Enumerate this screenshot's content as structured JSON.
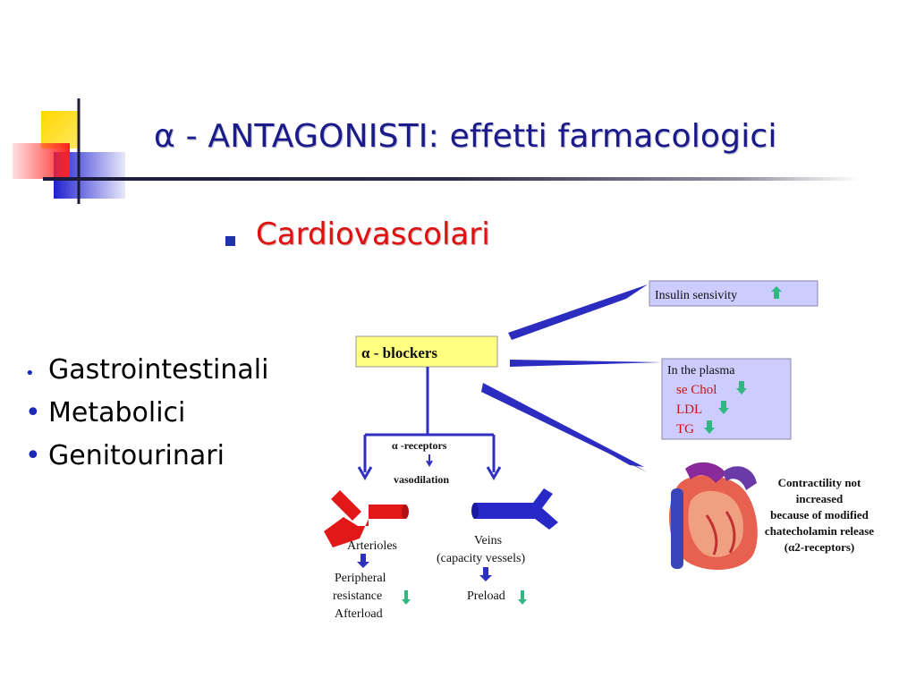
{
  "slide": {
    "title": "α - ANTAGONISTI: effetti farmacologici",
    "subtitle": "Cardiovascolari",
    "side_items": [
      "Gastrointestinali",
      "Metabolici",
      "Genitourinari"
    ],
    "side_bullets": [
      "•",
      "•",
      "•"
    ]
  },
  "diagram": {
    "blockers_label": "α - blockers",
    "insulin_label": "Insulin sensivity",
    "plasma_title": "In the plasma",
    "plasma_items": [
      "se Chol",
      "LDL",
      "TG"
    ],
    "receptors_label": "α -receptors",
    "vasodilation_label": "vasodilation",
    "arterioles_label": "Arterioles",
    "veins_label": "Veins",
    "capacity_label": "(capacity vessels)",
    "peripheral_label": "Peripheral",
    "resistance_label": "resistance",
    "afterload_label": "Afterload",
    "preload_label": "Preload",
    "contractility_lines": [
      "Contractility not",
      "increased",
      "because of modified",
      "chatecholamin release",
      "(α2-receptors)"
    ]
  },
  "colors": {
    "title": "#1a1a8a",
    "subtitle": "#e01010",
    "arrow_blue": "#3030c0",
    "artery_red": "#e01818",
    "vein_blue": "#2828c8",
    "blockers_box": "#ffff80",
    "panel_box": "#ccccff",
    "up_arrow": "#30b880"
  }
}
